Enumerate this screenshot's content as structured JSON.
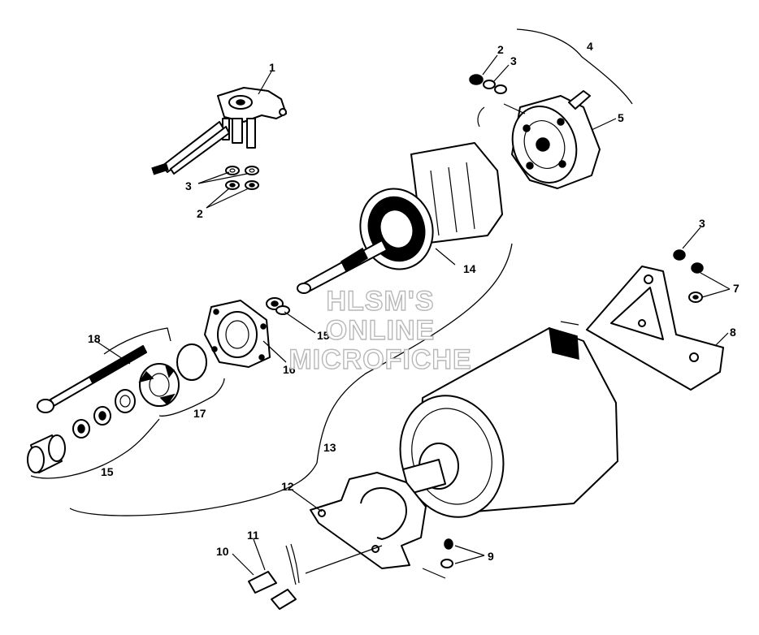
{
  "callouts": [
    {
      "id": "c1",
      "text": "1"
    },
    {
      "id": "c2a",
      "text": "2"
    },
    {
      "id": "c2b",
      "text": "2"
    },
    {
      "id": "c3a",
      "text": "3"
    },
    {
      "id": "c3b",
      "text": "3"
    },
    {
      "id": "c3c",
      "text": "3"
    },
    {
      "id": "c4",
      "text": "4"
    },
    {
      "id": "c5",
      "text": "5"
    },
    {
      "id": "c7",
      "text": "7"
    },
    {
      "id": "c8",
      "text": "8"
    },
    {
      "id": "c9",
      "text": "9"
    },
    {
      "id": "c10",
      "text": "10"
    },
    {
      "id": "c11",
      "text": "11"
    },
    {
      "id": "c12",
      "text": "12"
    },
    {
      "id": "c13",
      "text": "13"
    },
    {
      "id": "c14",
      "text": "14"
    },
    {
      "id": "c15a",
      "text": "15"
    },
    {
      "id": "c15b",
      "text": "15"
    },
    {
      "id": "c16",
      "text": "16"
    },
    {
      "id": "c17",
      "text": "17"
    },
    {
      "id": "c18",
      "text": "18"
    }
  ],
  "watermark": {
    "line1": "HLSM'S",
    "line2": "ONLINE",
    "line3": "MICROFICHE"
  }
}
